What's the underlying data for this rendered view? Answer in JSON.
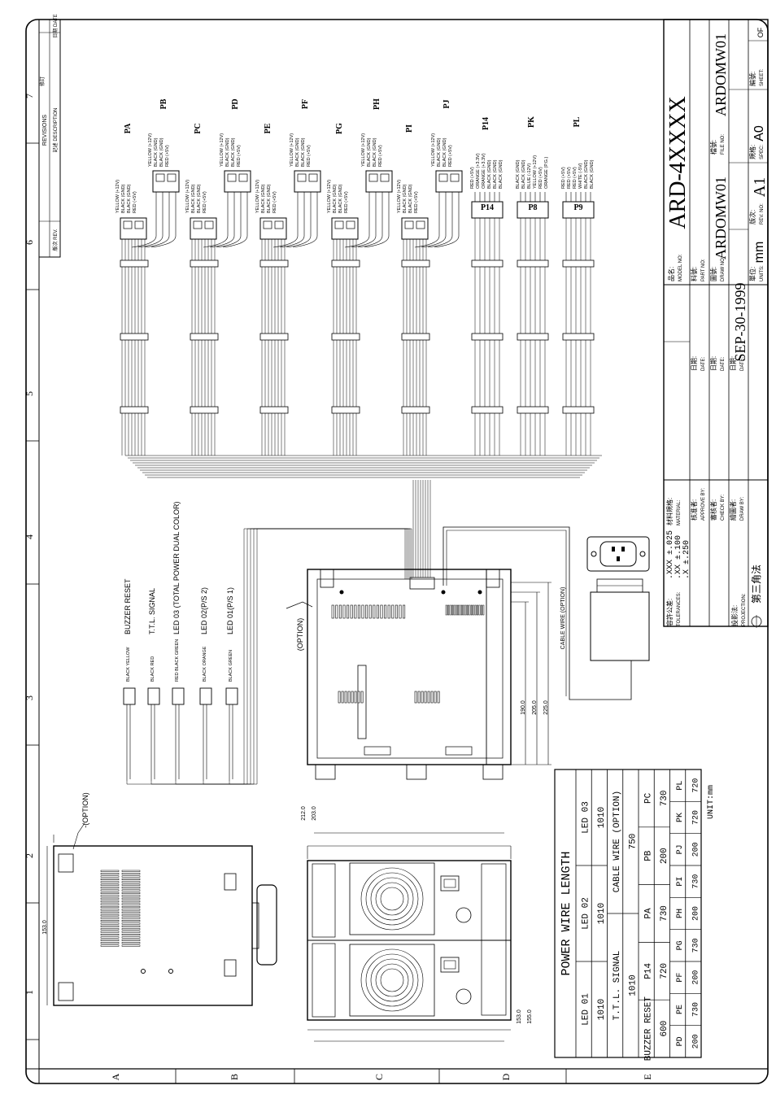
{
  "zones_top": [
    "7",
    "6",
    "5",
    "4",
    "3",
    "2",
    "1"
  ],
  "zones_left": [
    "A",
    "B",
    "C",
    "D",
    "E"
  ],
  "revisions": {
    "header": "REVISIONS",
    "cn_header": "修訂",
    "col_rev": "版次 REV.",
    "col_desc": "記述 DESCRIPTION",
    "col_date": "日期 DATE"
  },
  "connectors": [
    {
      "id": "PA",
      "wires": [
        "YELLOW (+12V)",
        "BLACK (GND)",
        "BLACK (GND)",
        "RED (+5V)"
      ]
    },
    {
      "id": "PB",
      "wires": [
        "YELLOW (+12V)",
        "BLACK (GND)",
        "BLACK (GND)",
        "RED (+5V)"
      ]
    },
    {
      "id": "PC",
      "wires": [
        "YELLOW (+12V)",
        "BLACK (GND)",
        "BLACK (GND)",
        "RED (+5V)"
      ]
    },
    {
      "id": "PD",
      "wires": [
        "YELLOW (+12V)",
        "BLACK (GND)",
        "BLACK (GND)",
        "RED (+5V)"
      ]
    },
    {
      "id": "PE",
      "wires": [
        "YELLOW (+12V)",
        "BLACK (GND)",
        "BLACK (GND)",
        "RED (+5V)"
      ]
    },
    {
      "id": "PF",
      "wires": [
        "YELLOW (+12V)",
        "BLACK (GND)",
        "BLACK (GND)",
        "RED (+5V)"
      ]
    },
    {
      "id": "PG",
      "wires": [
        "YELLOW (+12V)",
        "BLACK (GND)",
        "BLACK (GND)",
        "RED (+5V)"
      ]
    },
    {
      "id": "PH",
      "wires": [
        "YELLOW (+12V)",
        "BLACK (GND)",
        "BLACK (GND)",
        "RED (+5V)"
      ]
    },
    {
      "id": "PI",
      "wires": [
        "YELLOW (+12V)",
        "BLACK (GND)",
        "BLACK (GND)",
        "RED (+5V)"
      ]
    },
    {
      "id": "PJ",
      "wires": [
        "YELLOW (+12V)",
        "BLACK (GND)",
        "BLACK (GND)",
        "RED (+5V)"
      ]
    }
  ],
  "atx": [
    {
      "id": "P14",
      "label": "P14",
      "wires": [
        "RED (+5V)",
        "ORANGE (+3.3V)",
        "ORANGE (+3.3V)",
        "BLACK (GND)",
        "BLACK (GND)",
        "BLACK (GND)"
      ]
    },
    {
      "id": "PK",
      "label": "P8",
      "wires": [
        "BLACK (GND)",
        "BLACK (GND)",
        "BLUE (-12V)",
        "YELLOW (+12V)",
        "RED (+5V)",
        "ORANGE (P.G.)"
      ]
    },
    {
      "id": "PL",
      "label": "P9",
      "wires": [
        "RED (+5V)",
        "RED (+5V)",
        "RED (+5V)",
        "WHITE (-5V)",
        "BLACK (GND)",
        "BLACK (GND)"
      ]
    }
  ],
  "signals": [
    {
      "colors": "BLACK YELLOW",
      "label": "BUZZER RESET"
    },
    {
      "colors": "BLACK RED",
      "label": "T.T.L. SIGNAL"
    },
    {
      "colors": "RED BLACK GREEN",
      "label": "LED 03 (TOTAL POWER DUAL COLOR)"
    },
    {
      "colors": "BLACK ORANGE",
      "label": "LED 02(P/S 2)"
    },
    {
      "colors": "BLACK GREEN",
      "label": "LED 01(P/S 1)"
    }
  ],
  "labels": {
    "option": "(OPTION)",
    "option2": "-(OPTION)",
    "cable_wire": "CABLE WIRE (OPTION)"
  },
  "dims": {
    "d190": "190.0",
    "d205": "205.0",
    "d225": "225.0",
    "d212": "212.0",
    "d203": "203.0",
    "d153a": "153.0",
    "d153b": "153.0",
    "d155": "155.0"
  },
  "wire_table": {
    "title": "POWER WIRE LENGTH",
    "rows": [
      [
        "LED 01",
        "LED 02",
        "LED 03"
      ],
      [
        "1010",
        "1010",
        "1010"
      ],
      [
        "T.T.L. SIGNAL",
        "CABLE WIRE (OPTION)"
      ],
      [
        "1010",
        "750"
      ],
      [
        "BUZZER RESET",
        "P14",
        "PA",
        "PB",
        "PC"
      ],
      [
        "600",
        "720",
        "730",
        "200",
        "730"
      ],
      [
        "PD",
        "PE",
        "PF",
        "PG",
        "PH",
        "PI",
        "PJ",
        "PK",
        "PL"
      ],
      [
        "200",
        "730",
        "200",
        "730",
        "200",
        "730",
        "200",
        "720",
        "720"
      ]
    ],
    "unit": "UNIT:mm"
  },
  "title_block": {
    "model_cn": "品名:",
    "model_label": "MODEL NO:",
    "model_value": "ARD-4XXXX",
    "material_cn": "材料規格:",
    "material_label": "MATERIAL:",
    "tolerances_cn": "容許公差:",
    "tolerances_label": "TOLERANCES:",
    "tol1": ".XXX ±.025",
    "tol2": ".XX ±.100",
    "tol3": ".X ±.250",
    "projection_cn": "投影法:",
    "projection_label": "PROJECTION:",
    "projection_value": "第三角法",
    "part_cn": "料號:",
    "part_label": "PART NO:",
    "date_cn": "日期:",
    "date_label": "DATE:",
    "approve_cn": "核准者:",
    "approve_label": "APPROVE BY:",
    "check_cn": "審核者:",
    "check_label": "CHECK BY:",
    "draw_cn": "繪圖者:",
    "draw_label": "DRAW BY:",
    "draw_no_cn": "圖號:",
    "draw_no_label": "DRAW NO:",
    "draw_no_value": "ARDOMW01",
    "file_cn": "檔號:",
    "file_label": "FILE NO:",
    "file_value": "ARDOMW01",
    "date_value": "SEP-30-1999",
    "units_cn": "單位:",
    "units_label": "UNITS:",
    "units_value": "mm",
    "rev_cn": "版次:",
    "rev_label": "REV. NO:",
    "rev_value": "A1",
    "spec_cn": "規格:",
    "spec_label": "SPEC:",
    "spec_value": "A0",
    "sheet_cn": "編號:",
    "sheet_label": "SHEET:",
    "sheet_value": "OF"
  }
}
